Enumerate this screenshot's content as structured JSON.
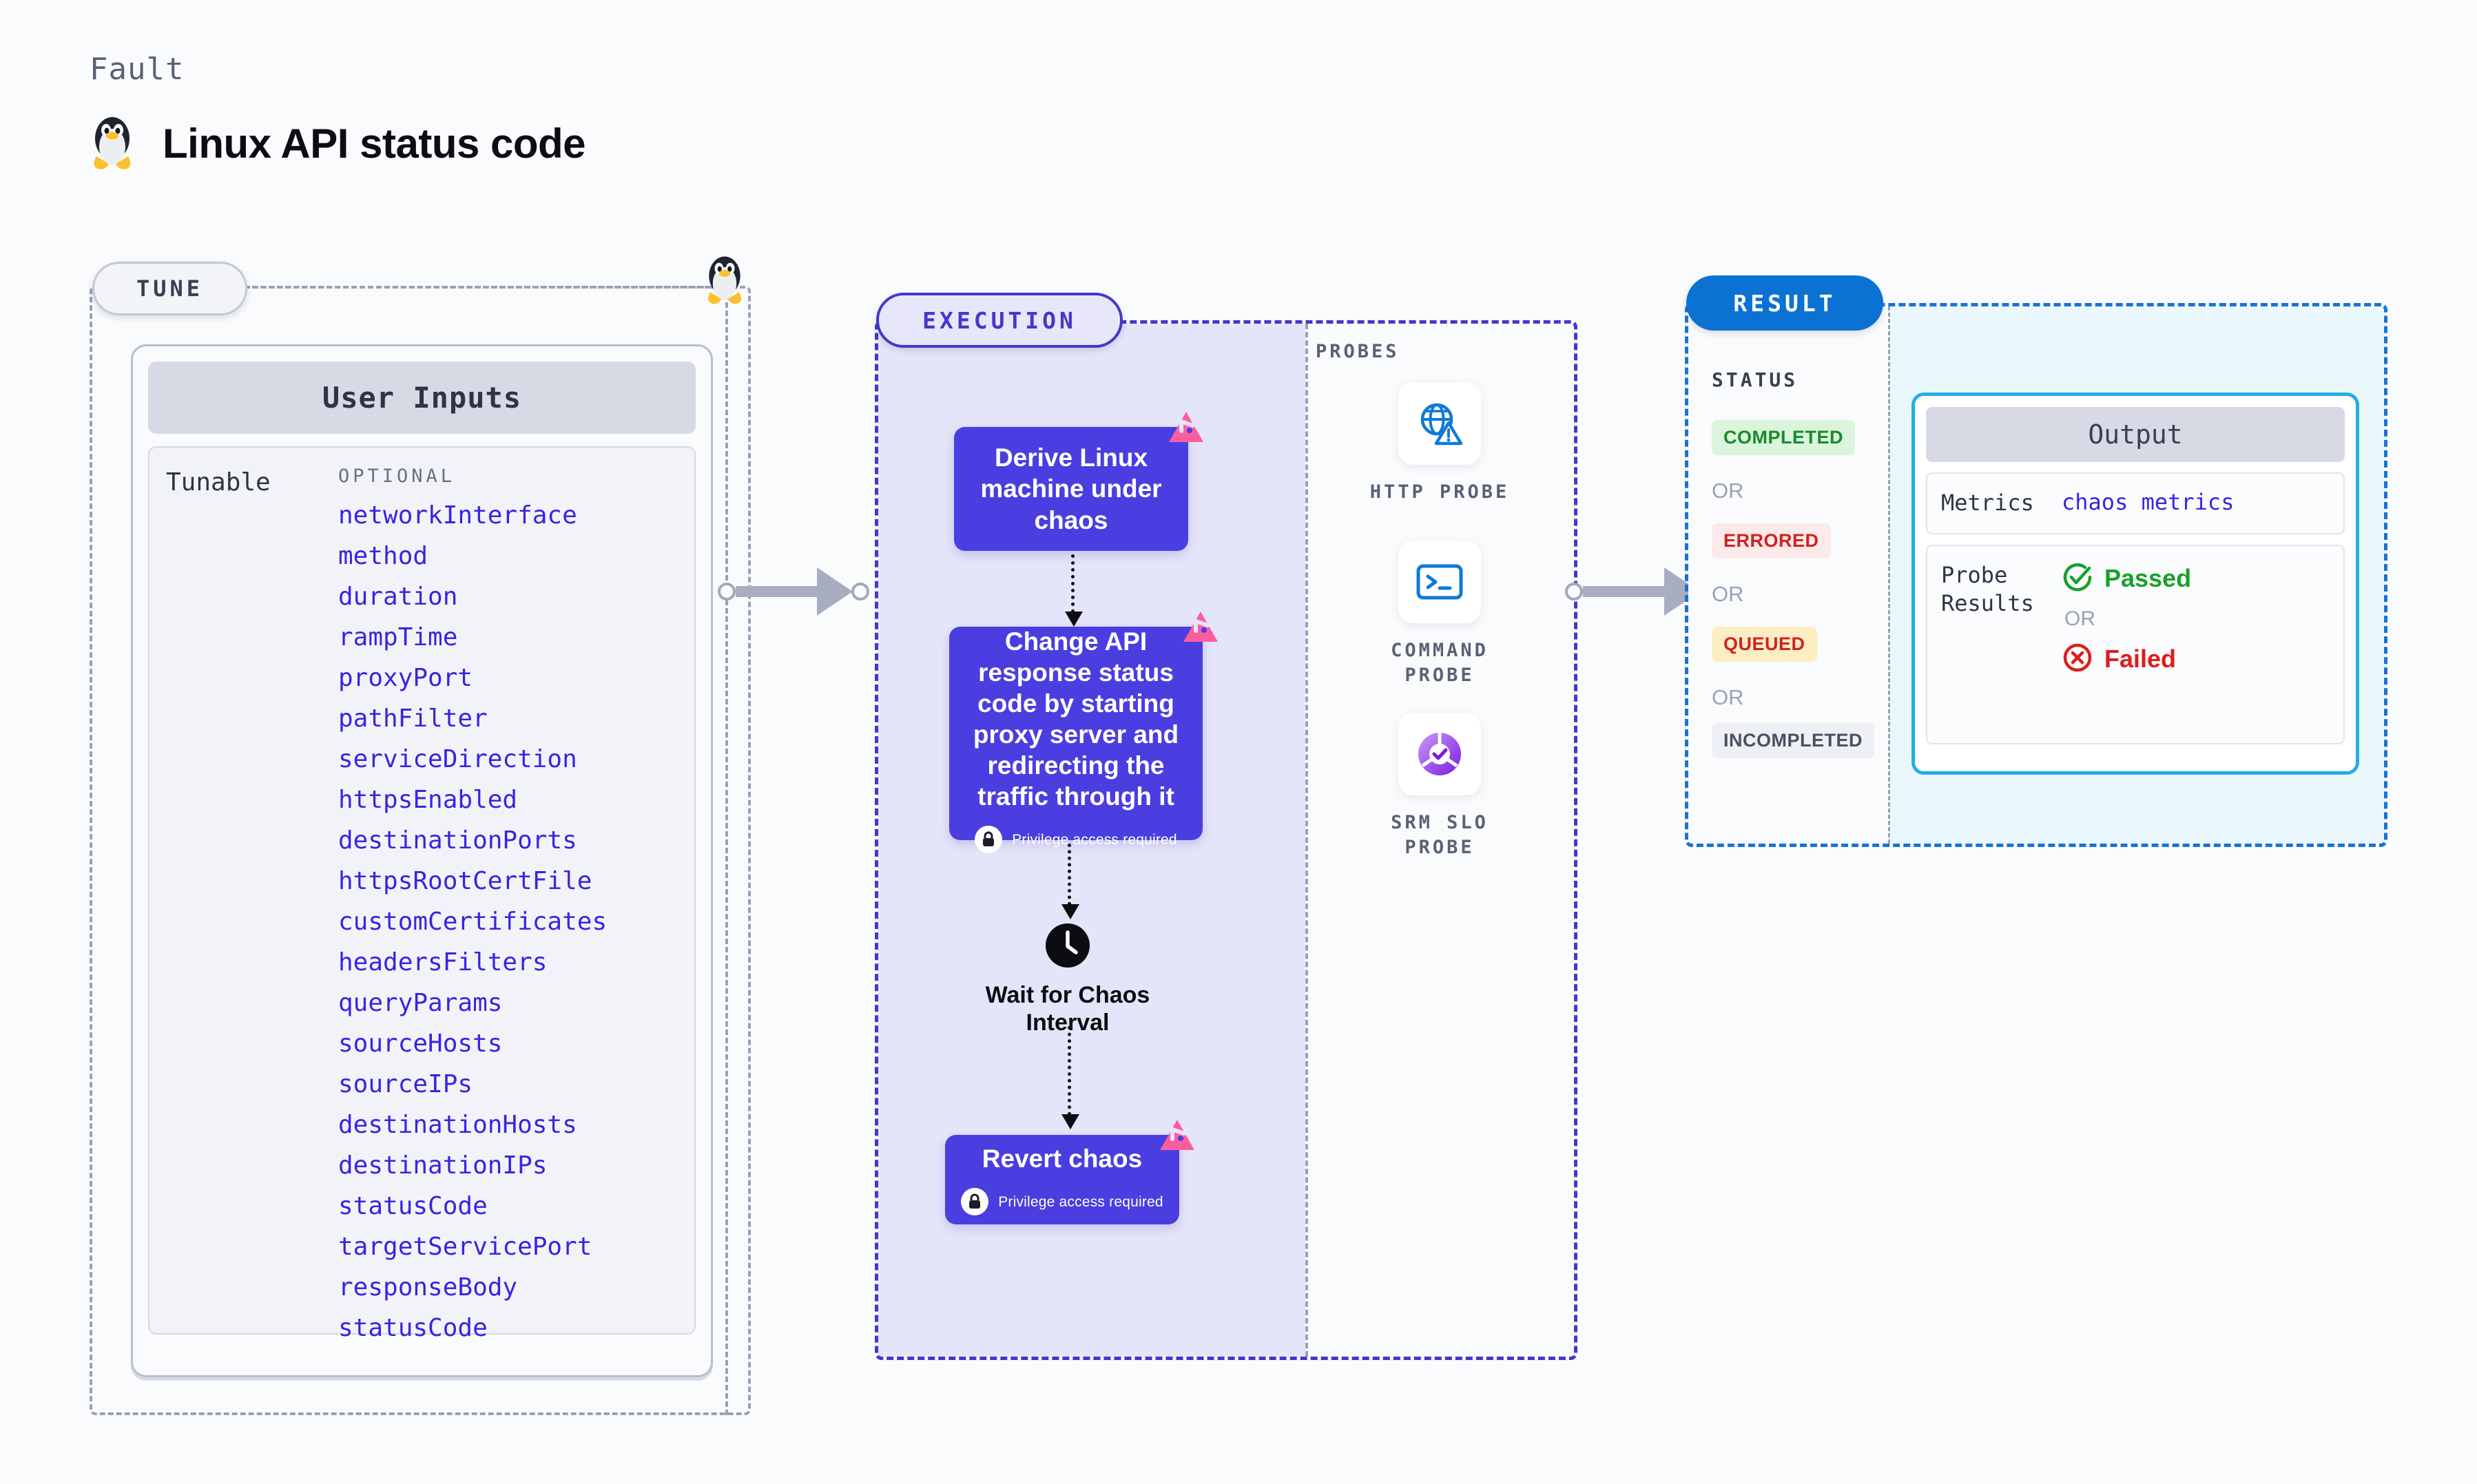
{
  "header": {
    "eyebrow": "Fault",
    "title": "Linux API status code",
    "icon": "linux-penguin-icon"
  },
  "tune": {
    "label": "TUNE",
    "card_title": "User Inputs",
    "tunable_label": "Tunable",
    "optional_label": "OPTIONAL",
    "parameters": [
      "networkInterface",
      "method",
      "duration",
      "rampTime",
      "proxyPort",
      "pathFilter",
      "serviceDirection",
      "httpsEnabled",
      "destinationPorts",
      "httpsRootCertFile",
      "customCertificates",
      "headersFilters",
      "queryParams",
      "sourceHosts",
      "sourceIPs",
      "destinationHosts",
      "destinationIPs",
      "statusCode",
      "targetServicePort",
      "responseBody",
      "statusCode"
    ]
  },
  "execution": {
    "label": "EXECUTION",
    "nodes": [
      {
        "id": "derive",
        "text": "Derive Linux machine under chaos",
        "privilege": null,
        "badge": "chaos-corner-icon"
      },
      {
        "id": "change",
        "text": "Change API response status code by starting proxy server and redirecting the traffic through it",
        "privilege": "Privilege access required",
        "badge": "chaos-corner-icon"
      },
      {
        "id": "wait",
        "text": "Wait for Chaos Interval",
        "icon": "clock-icon"
      },
      {
        "id": "revert",
        "text": "Revert chaos",
        "privilege": "Privilege access required",
        "badge": "chaos-corner-icon"
      }
    ]
  },
  "probes": {
    "title": "PROBES",
    "items": [
      {
        "label": "HTTP PROBE",
        "icon": "globe-warning-icon"
      },
      {
        "label": "COMMAND PROBE",
        "icon": "terminal-icon"
      },
      {
        "label": "SRM SLO PROBE",
        "icon": "slo-donut-check-icon"
      }
    ]
  },
  "result": {
    "label": "RESULT",
    "status_title": "STATUS",
    "or_label": "OR",
    "statuses": [
      {
        "label": "COMPLETED",
        "bg": "#daf5dc",
        "color": "#1a8a2a"
      },
      {
        "label": "ERRORED",
        "bg": "#fce9e9",
        "color": "#cf2222"
      },
      {
        "label": "QUEUED",
        "bg": "#fdeec2",
        "color": "#cf2222"
      },
      {
        "label": "INCOMPLETED",
        "bg": "#eef0f5",
        "color": "#4a5063"
      }
    ],
    "output": {
      "title": "Output",
      "metrics_key": "Metrics",
      "metrics_value": "chaos metrics",
      "probe_results_key": "Probe Results",
      "passed_label": "Passed",
      "failed_label": "Failed",
      "or_label": "OR"
    }
  },
  "colors": {
    "accent_blue": "#0b72d4",
    "execution_purple": "#4338ca",
    "node_purple": "#4a3ee0",
    "param_blue": "#3b23e0",
    "output_cyan": "#23aee3",
    "chaos_pink": "#fb5e9e",
    "passed_green": "#17a12a",
    "failed_red": "#e01b1b"
  }
}
